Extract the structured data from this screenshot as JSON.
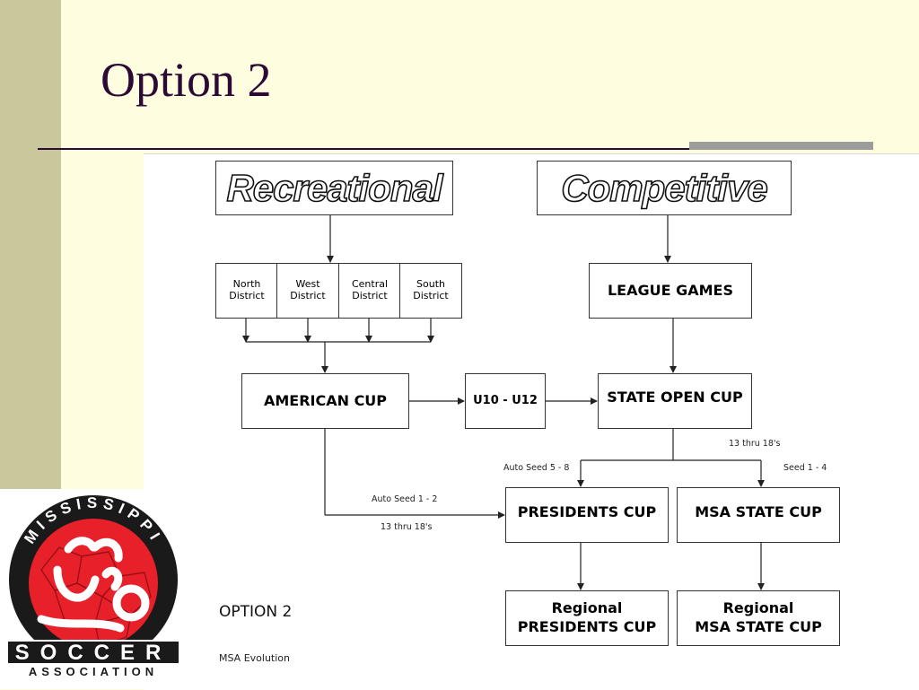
{
  "slide": {
    "title": "Option 2"
  },
  "diagram": {
    "recreational": "Recreational",
    "competitive": "Competitive",
    "districts": [
      "North District",
      "West District",
      "Central District",
      "South District"
    ],
    "league_games": "LEAGUE GAMES",
    "american_cup": "AMERICAN CUP",
    "u10_u12": "U10 - U12",
    "state_open_cup": "STATE OPEN CUP",
    "presidents_cup": "PRESIDENTS CUP",
    "msa_state_cup": "MSA STATE CUP",
    "regional_presidents_1": "Regional",
    "regional_presidents_2": "PRESIDENTS CUP",
    "regional_msa_1": "Regional",
    "regional_msa_2": "MSA STATE CUP",
    "label_13_18_top": "13 thru 18's",
    "label_auto_seed_5_8": "Auto Seed 5 - 8",
    "label_seed_1_4": "Seed 1 - 4",
    "label_auto_seed_1_2": "Auto Seed 1 - 2",
    "label_13_18_bottom": "13 thru 18's"
  },
  "footer": {
    "option": "OPTION 2",
    "subtitle": "MSA Evolution"
  },
  "logo": {
    "top_text": "MISSISSIPPI",
    "band_text": "SOCCER",
    "bottom_text": "ASSOCIATION",
    "icon": "soccer-player-ball-icon",
    "colors": {
      "red": "#e8202a",
      "black": "#1a1a1a",
      "white": "#ffffff"
    }
  },
  "colors": {
    "sidebar": "#c9c89c",
    "background": "#fffde0",
    "title": "#2d0a36",
    "accent_bar": "#9c9c9c"
  }
}
